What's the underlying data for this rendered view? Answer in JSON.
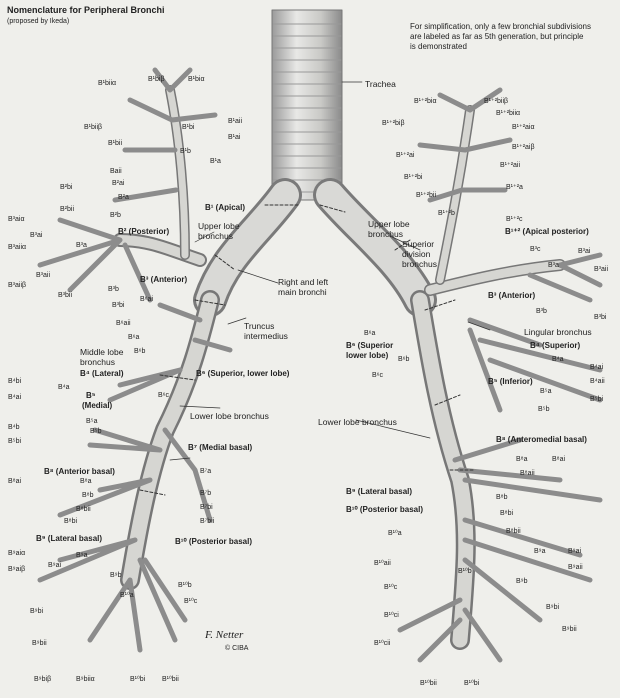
{
  "header": {
    "title": "Nomenclature for Peripheral Bronchi",
    "subtitle": "(proposed by Ikeda)",
    "note_line1": "For simplification, only a few bronchial subdivisions",
    "note_line2": "are labeled as far as 5th generation, but principle",
    "note_line3": "is demonstrated"
  },
  "labels": {
    "trachea": "Trachea",
    "upper_lobe_left": "Upper lobe bronchus",
    "upper_lobe_right_1": "Upper lobe",
    "upper_lobe_right_2": "bronchus",
    "superior_division_1": "Superior",
    "superior_division_2": "division",
    "superior_division_3": "bronchus",
    "main_bronchi_1": "Right and left",
    "main_bronchi_2": "main bronchi",
    "truncus_1": "Truncus",
    "truncus_2": "intermedius",
    "middle_lobe_1": "Middle lobe",
    "middle_lobe_2": "bronchus",
    "lower_lobe_right": "Lower lobe bronchus",
    "lower_lobe_left": "Lower lobe bronchus",
    "lingular": "Lingular bronchus",
    "signature": "F. Netter",
    "copyright": "© CIBA"
  },
  "segments": {
    "b1_apical": "B¹ (Apical)",
    "b2_posterior": "B² (Posterior)",
    "b3_anterior_r": "B³ (Anterior)",
    "b4_lateral": "B⁴ (Lateral)",
    "b5_medial_1": "B⁵",
    "b5_medial_2": "(Medial)",
    "b6_superior_lower": "B⁶ (Superior, lower lobe)",
    "b7_medial_basal": "B⁷ (Medial basal)",
    "b8_anterior_basal": "B⁸ (Anterior basal)",
    "b9_lateral_basal": "B⁹ (Lateral basal)",
    "b10_posterior_basal": "B¹⁰ (Posterior basal)",
    "l_b12_apical_posterior": "B¹⁺² (Apical posterior)",
    "l_b3_anterior": "B³ (Anterior)",
    "l_b4_superior": "B⁴ (Superior)",
    "l_b5_inferior": "B⁵ (Inferior)",
    "l_b6_superior_1": "B⁶ (Superior",
    "l_b6_superior_2": "lower lobe)",
    "l_b78_anteromedial": "B⁸ (Anteromedial basal)",
    "l_b9_lateral": "B⁹ (Lateral basal)",
    "l_b10_posterior": "B¹⁰ (Posterior basal)"
  },
  "sublabels": {
    "r1": "B¹biiα",
    "r2": "B¹biβ",
    "r3": "B¹biα",
    "r4": "B¹biiβ",
    "r5": "B¹bi",
    "r6": "B¹aii",
    "r7": "B¹ai",
    "r8": "B¹bii",
    "r9": "B¹b",
    "r10": "B¹a",
    "r11": "Baii",
    "r12": "B²ai",
    "r13": "B²a",
    "r14": "B²bi",
    "r15": "B²bii",
    "r16": "B²b",
    "r17": "B³aiα",
    "r18": "B³ai",
    "r19": "B³a",
    "r20": "B³aiiα",
    "r21": "B³aii",
    "r22": "B³aiiβ",
    "r23": "B³bii",
    "r24": "B³b",
    "r25": "B³bi",
    "r26": "B⁶ai",
    "r27": "B⁶aii",
    "r28": "B⁶a",
    "r29": "B⁶b",
    "r30": "B⁴bi",
    "r31": "B⁴a",
    "r32": "B⁴ai",
    "r33": "B⁴b",
    "r34": "B⁶c",
    "r35": "B⁵bi",
    "r36": "B⁵a",
    "r37": "B⁵b",
    "r38": "B⁷a",
    "r39": "B⁷b",
    "r40": "B⁷bi",
    "r41": "B⁷bii",
    "r42": "B⁸ai",
    "r43": "B⁸a",
    "r44": "B⁸b",
    "r45": "B⁸bii",
    "r46": "B⁸bi",
    "r47": "B⁹aiα",
    "r48": "B⁹aiβ",
    "r49": "B⁹a",
    "r50": "B⁹ai",
    "r51": "B⁹b",
    "r52": "B⁹bi",
    "r53": "B¹⁰b",
    "r54": "B¹⁰a",
    "r55": "B¹⁰c",
    "r56": "B⁹bii",
    "r57": "B⁹biβ",
    "r58": "B⁹biiα",
    "r59": "B¹⁰bi",
    "r60": "B¹⁰bii",
    "l1": "B¹⁺²biα",
    "l2": "B¹⁺²biiβ",
    "l3": "B¹⁺²biβ",
    "l4": "B¹⁺²biiα",
    "l5": "B¹⁺²aiα",
    "l6": "B¹⁺²aiβ",
    "l7": "B¹⁺²ai",
    "l8": "B¹⁺²aii",
    "l9": "B¹⁺²bi",
    "l10": "B¹⁺²a",
    "l11": "B¹⁺²bii",
    "l12": "B¹⁺²b",
    "l13": "B¹⁺²c",
    "l14": "B³c",
    "l15": "B³ai",
    "l16": "B³a",
    "l17": "B³aii",
    "l18": "B³b",
    "l19": "B³bi",
    "l20": "B⁶a",
    "l21": "B⁶b",
    "l22": "B⁶c",
    "l23": "B⁴a",
    "l24": "B⁴ai",
    "l25": "B⁴aii",
    "l26": "B⁵a",
    "l27": "B⁵bi",
    "l28": "B⁵b",
    "l29": "B⁸a",
    "l30": "B⁸ai",
    "l31": "B⁸aii",
    "l32": "B⁸b",
    "l33": "B⁸bi",
    "l34": "B⁸bii",
    "l35": "B⁹a",
    "l36": "B⁹ai",
    "l37": "B⁹aii",
    "l38": "B¹⁰a",
    "l39": "B¹⁰aii",
    "l40": "B¹⁰b",
    "l41": "B¹⁰c",
    "l42": "B⁹b",
    "l43": "B¹⁰ci",
    "l44": "B⁹bi",
    "l45": "B⁹bii",
    "l46": "B¹⁰cii",
    "l47": "B¹⁰bii",
    "l48": "B¹⁰bi"
  }
}
